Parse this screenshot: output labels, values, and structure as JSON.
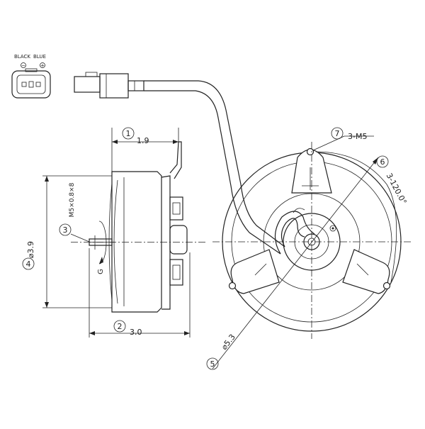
{
  "connector": {
    "label_black": "BLACK",
    "label_blue": "BLUE",
    "minus": "−",
    "plus": "+"
  },
  "callouts": [
    {
      "num": "1",
      "text": "1.9"
    },
    {
      "num": "2",
      "text": "3.0"
    },
    {
      "num": "3",
      "text": "M5×0.8×8"
    },
    {
      "num": "4",
      "text": "⌀3.9"
    },
    {
      "num": "5",
      "text": "⌀5.3"
    },
    {
      "num": "6",
      "text": "3-120.0°"
    },
    {
      "num": "7",
      "text": "3-M5"
    }
  ],
  "rotation_mark": "G"
}
